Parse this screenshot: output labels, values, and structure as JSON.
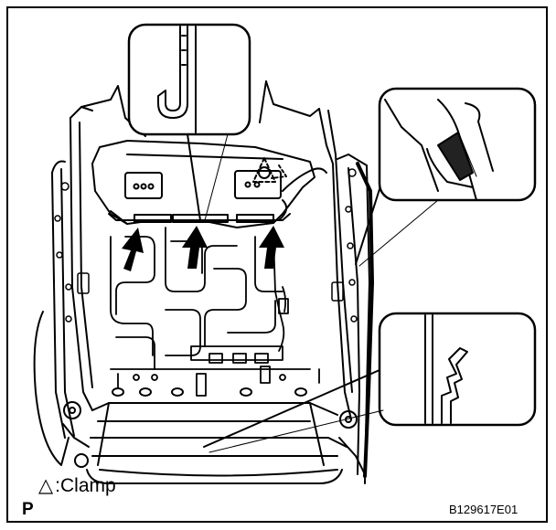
{
  "diagram": {
    "legend": {
      "symbol": "△",
      "separator": ":",
      "text": "Clamp"
    },
    "corner_mark": "P",
    "figure_id": "B129617E01",
    "arrows_count": 3,
    "callouts": [
      {
        "name": "hook-clip-detail",
        "depicts": "J-shaped hook clip"
      },
      {
        "name": "clamp-engagement-detail",
        "depicts": "clamp engaging seat frame"
      },
      {
        "name": "snap-clip-detail",
        "depicts": "barbed snap clip"
      }
    ]
  }
}
